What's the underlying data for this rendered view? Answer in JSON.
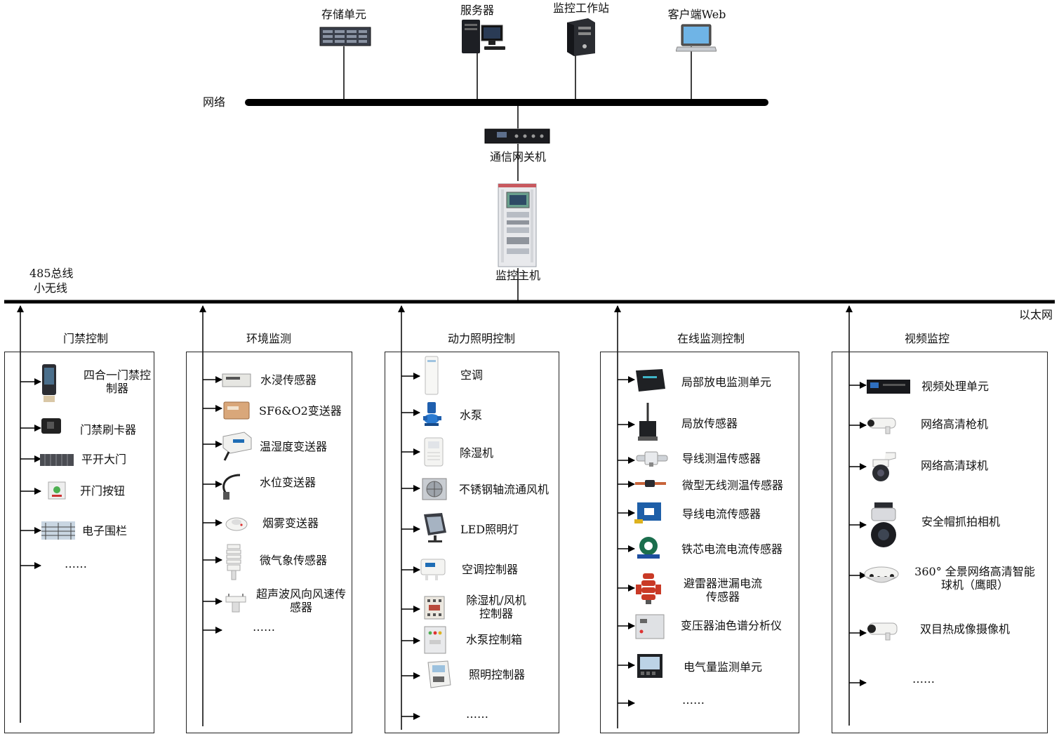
{
  "top_devices": [
    {
      "label": "存储单元",
      "icon": "storage-array-icon"
    },
    {
      "label": "服务器",
      "icon": "server-tower-icon"
    },
    {
      "label": "监控工作站",
      "icon": "workstation-tower-icon"
    },
    {
      "label": "客户端Web",
      "icon": "laptop-icon"
    }
  ],
  "network_label": "网络",
  "gateway_label": "通信网关机",
  "host_label": "监控主机",
  "bus_labels": [
    "485总线",
    "小无线"
  ],
  "ethernet_label": "以太网",
  "groups": [
    {
      "title": "门禁控制",
      "items": [
        {
          "label": "四合一门禁控制器",
          "lines": [
            "四合一门禁控",
            "制器"
          ],
          "icon": "access-terminal-icon"
        },
        {
          "label": "门禁刷卡器",
          "icon": "card-reader-icon"
        },
        {
          "label": "平开大门",
          "icon": "swing-gate-icon"
        },
        {
          "label": "开门按钮",
          "icon": "exit-button-icon"
        },
        {
          "label": "电子围栏",
          "icon": "electric-fence-icon"
        },
        {
          "label": "……",
          "icon": ""
        }
      ]
    },
    {
      "title": "环境监测",
      "items": [
        {
          "label": "水浸传感器",
          "icon": "water-leak-sensor-icon"
        },
        {
          "label": "SF6&O2变送器",
          "icon": "gas-transmitter-icon"
        },
        {
          "label": "温湿度变送器",
          "icon": "humidity-transmitter-icon"
        },
        {
          "label": "水位变送器",
          "icon": "level-probe-icon"
        },
        {
          "label": "烟雾变送器",
          "icon": "smoke-detector-icon"
        },
        {
          "label": "微气象传感器",
          "icon": "weather-station-icon"
        },
        {
          "label": "超声波风向风速传感器",
          "lines": [
            "超声波风向风速传",
            "感器"
          ],
          "icon": "ultrasonic-anemometer-icon"
        },
        {
          "label": "……",
          "icon": ""
        }
      ]
    },
    {
      "title": "动力照明控制",
      "items": [
        {
          "label": "空调",
          "icon": "air-conditioner-icon"
        },
        {
          "label": "水泵",
          "icon": "water-pump-icon"
        },
        {
          "label": "除湿机",
          "icon": "dehumidifier-icon"
        },
        {
          "label": "不锈钢轴流通风机",
          "icon": "axial-fan-icon"
        },
        {
          "label": "LED照明灯",
          "icon": "floodlight-icon"
        },
        {
          "label": "空调控制器",
          "icon": "ac-controller-icon"
        },
        {
          "label": "除湿机/风机控制器",
          "lines": [
            "除湿机/风机",
            "控制器"
          ],
          "icon": "contactor-icon"
        },
        {
          "label": "水泵控制箱",
          "icon": "pump-control-box-icon"
        },
        {
          "label": "照明控制器",
          "icon": "lighting-controller-icon"
        },
        {
          "label": "……",
          "icon": ""
        }
      ]
    },
    {
      "title": "在线监测控制",
      "items": [
        {
          "label": "局部放电监测单元",
          "icon": "pd-monitor-unit-icon"
        },
        {
          "label": "局放传感器",
          "icon": "pd-sensor-icon"
        },
        {
          "label": "导线测温传感器",
          "icon": "wire-temp-sensor-icon"
        },
        {
          "label": "微型无线测温传感器",
          "icon": "wireless-temp-sensor-icon"
        },
        {
          "label": "导线电流传感器",
          "icon": "wire-current-sensor-icon"
        },
        {
          "label": "铁芯电流电流传感器",
          "icon": "core-current-sensor-icon"
        },
        {
          "label": "避雷器泄漏电流传感器",
          "lines": [
            "避雷器泄漏电流",
            "传感器"
          ],
          "icon": "arrester-icon"
        },
        {
          "label": "变压器油色谱分析仪",
          "icon": "oil-analyzer-icon"
        },
        {
          "label": "电气量监测单元",
          "icon": "power-meter-icon"
        },
        {
          "label": "……",
          "icon": ""
        }
      ]
    },
    {
      "title": "视频监控",
      "items": [
        {
          "label": "视频处理单元",
          "icon": "nvr-icon"
        },
        {
          "label": "网络高清枪机",
          "icon": "bullet-camera-icon"
        },
        {
          "label": "网络高清球机",
          "icon": "dome-camera-icon"
        },
        {
          "label": "安全帽抓拍相机",
          "icon": "ptz-camera-icon"
        },
        {
          "label": "360°全景网络高清智能球机（鹰眼）",
          "lines": [
            "360° 全景网络高清智能",
            "球机（鹰眼）"
          ],
          "icon": "panoramic-camera-icon"
        },
        {
          "label": "双目热成像摄像机",
          "icon": "thermal-camera-icon"
        },
        {
          "label": "……",
          "icon": ""
        }
      ]
    }
  ]
}
